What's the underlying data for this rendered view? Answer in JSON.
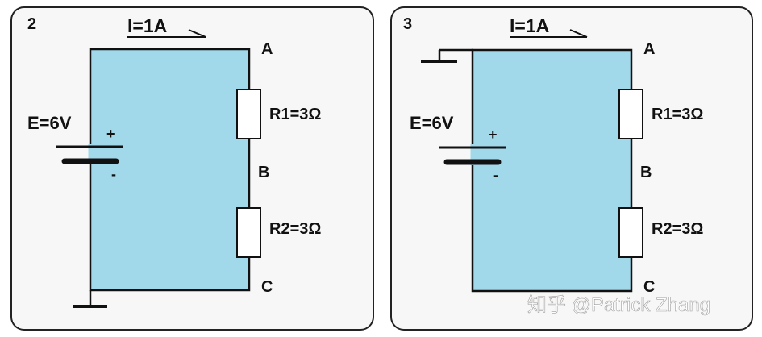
{
  "colors": {
    "panel_fill": "#f7f7f7",
    "panel_border": "#222222",
    "circuit_fill": "#a1d8ea",
    "wire": "#111111",
    "watermark": "#ffffff"
  },
  "panels": [
    {
      "number": "2",
      "current_label": "I=1A",
      "node_a": "A",
      "node_b": "B",
      "node_c": "C",
      "emf_label": "E=6V",
      "battery_plus": "+",
      "battery_minus": "-",
      "r1_label": "R1=3Ω",
      "r2_label": "R2=3Ω",
      "ground_position": "bottom-left"
    },
    {
      "number": "3",
      "current_label": "I=1A",
      "node_a": "A",
      "node_b": "B",
      "node_c": "C",
      "emf_label": "E=6V",
      "battery_plus": "+",
      "battery_minus": "-",
      "r1_label": "R1=3Ω",
      "r2_label": "R2=3Ω",
      "ground_position": "top-left"
    }
  ],
  "watermark": {
    "text": "知乎 @Patrick Zhang"
  }
}
